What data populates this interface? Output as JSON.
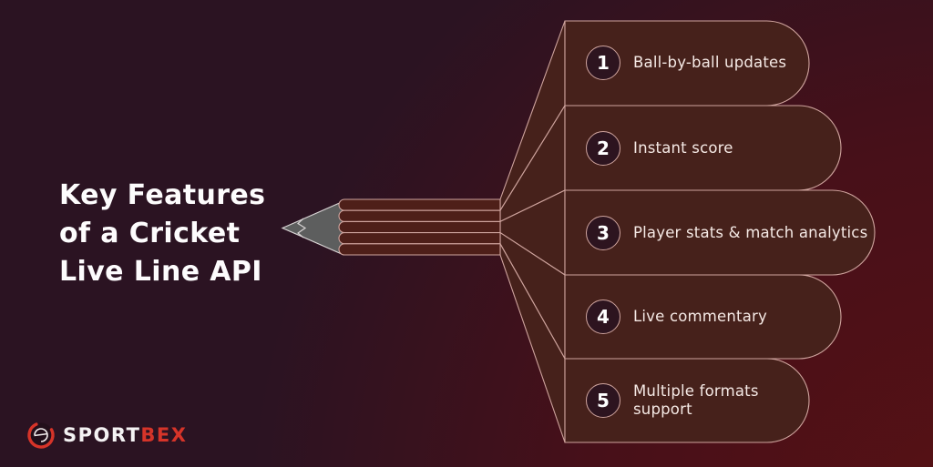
{
  "title": {
    "lines": [
      "Key Features",
      "of a Cricket",
      "Live Line API"
    ]
  },
  "features": [
    {
      "number": "1",
      "label": "Ball-by-ball updates"
    },
    {
      "number": "2",
      "label": "Instant score"
    },
    {
      "number": "3",
      "label": "Player stats & match analytics"
    },
    {
      "number": "4",
      "label": "Live commentary"
    },
    {
      "number": "5",
      "label": "Multiple formats support"
    }
  ],
  "logo": {
    "part1": "SPORT",
    "part2": "BEX"
  },
  "colors": {
    "background_purple": "#2b1322",
    "background_red": "#4c0e12",
    "box_fill": "#46211b",
    "outline": "#cfa49e",
    "pencil_tip_gray": "#5d5e5e",
    "label_text": "#f5e9e5",
    "logo_red": "#d63429"
  }
}
